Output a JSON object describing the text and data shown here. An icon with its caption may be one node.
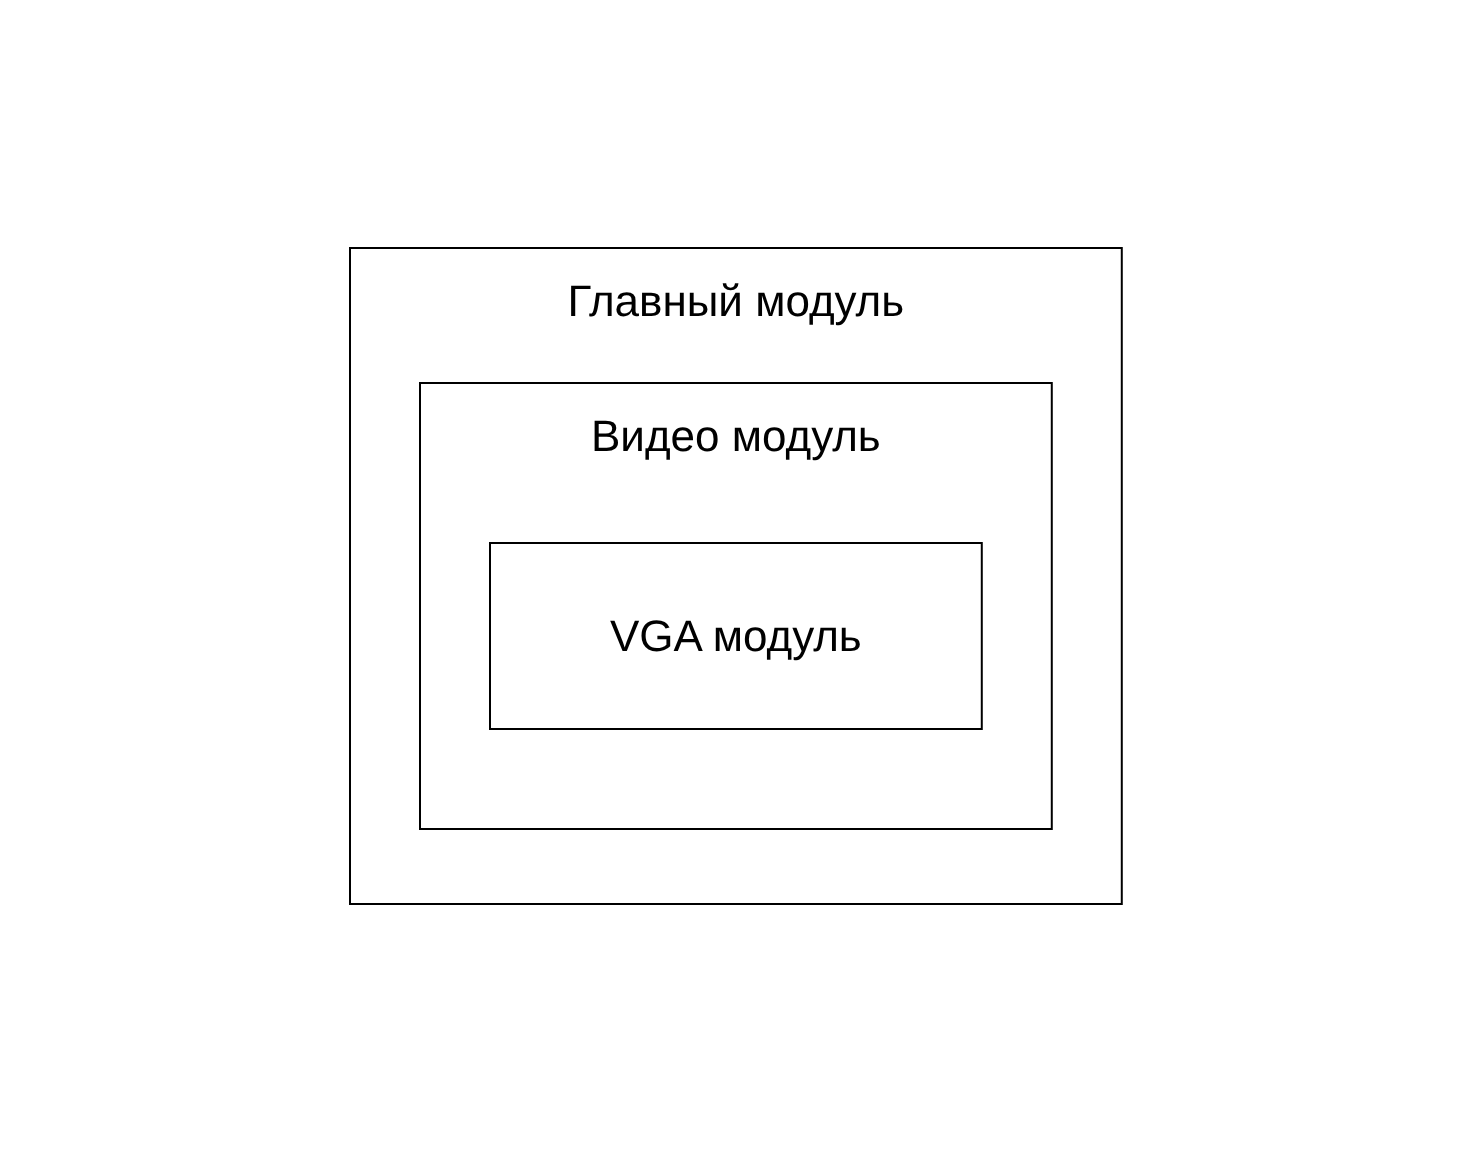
{
  "diagram": {
    "nodes": [
      {
        "text": [
          "Главный модуль"
        ]
      },
      {
        "text": [
          "Видео модуль"
        ],
        "in": 0
      },
      {
        "text": [
          "VGA модуль"
        ],
        "in": 1
      }
    ]
  }
}
